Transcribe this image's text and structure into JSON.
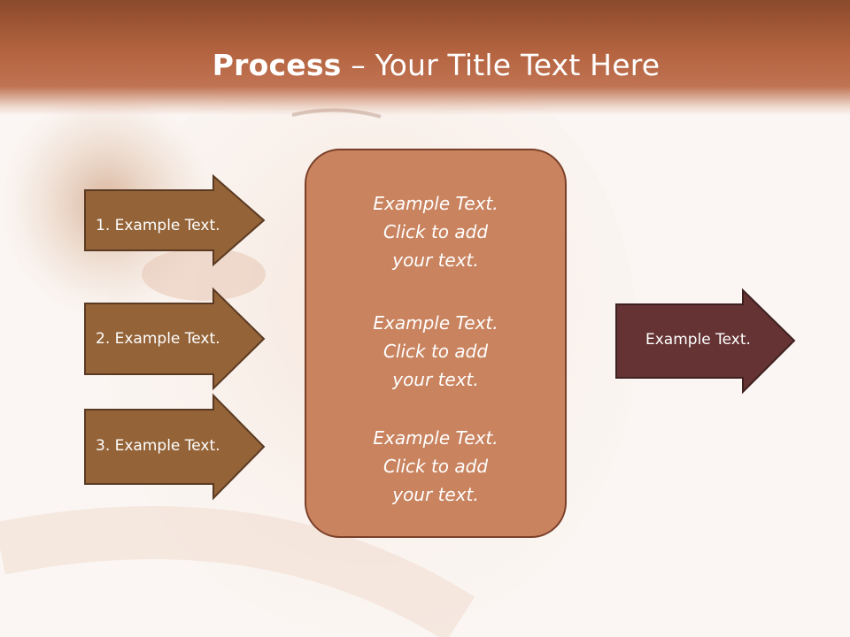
{
  "title": {
    "bold": "Process",
    "rest": " – Your Title Text Here"
  },
  "left_arrows": [
    {
      "label": "1. Example Text."
    },
    {
      "label": "2. Example Text."
    },
    {
      "label": "3. Example Text."
    }
  ],
  "center_blocks": [
    {
      "lines": [
        "Example Text.",
        "Click  to add",
        "your text."
      ]
    },
    {
      "lines": [
        "Example Text.",
        "Click  to add",
        "your text."
      ]
    },
    {
      "lines": [
        "Example Text.",
        "Click  to add",
        "your text."
      ]
    }
  ],
  "right_arrow": {
    "label": "Example Text."
  },
  "colors": {
    "title_band": "#b4633f",
    "left_arrow_fill": "#946338",
    "center_fill": "#c9835f",
    "right_arrow_fill": "#653333",
    "outline": "#5a3a22"
  }
}
